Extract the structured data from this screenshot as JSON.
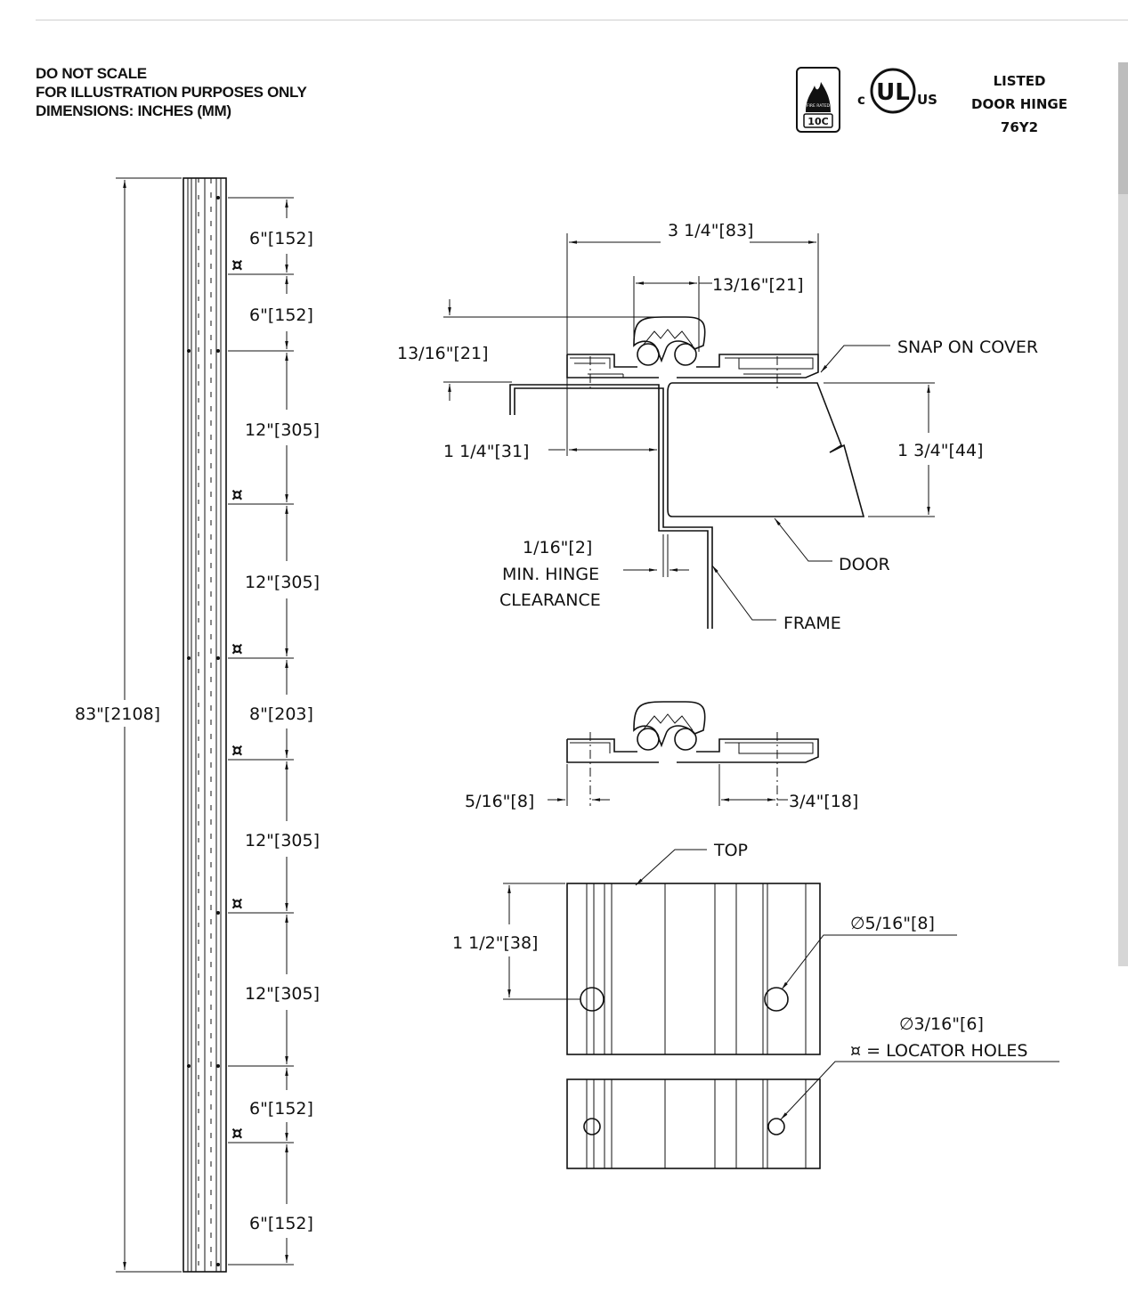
{
  "notes": {
    "line1": "DO NOT SCALE",
    "line2": "FOR ILLUSTRATION PURPOSES ONLY",
    "line3": "DIMENSIONS: INCHES (MM)"
  },
  "certification": {
    "fire_badge_text": "10C",
    "fire_badge_small": "FIRE RATED",
    "ul_left": "c",
    "ul_center": "UL",
    "ul_right": "US",
    "listed_line1": "LISTED",
    "listed_line2": "DOOR HINGE",
    "listed_line3": "76Y2"
  },
  "elevation": {
    "overall_length": "83\"[2108]",
    "segments": [
      "6\"[152]",
      "6\"[152]",
      "12\"[305]",
      "12\"[305]",
      "8\"[203]",
      "12\"[305]",
      "12\"[305]",
      "6\"[152]",
      "6\"[152]"
    ],
    "locator_symbol": "¤"
  },
  "section": {
    "width": "3 1/4\"[83]",
    "knuckle_width": "13/16\"[21]",
    "knuckle_height": "13/16\"[21]",
    "leaf_offset": "1 1/4\"[31]",
    "door_thickness": "1 3/4\"[44]",
    "clearance_value": "1/16\"[2]",
    "clearance_line1": "MIN. HINGE",
    "clearance_line2": "CLEARANCE",
    "snap_cover": "SNAP ON COVER",
    "door": "DOOR",
    "frame": "FRAME"
  },
  "profile": {
    "left_offset": "5/16\"[8]",
    "right_offset": "3/4\"[18]"
  },
  "detail": {
    "top": "TOP",
    "hole_spacing": "1 1/2\"[38]",
    "hole_large": "∅5/16\"[8]",
    "hole_small": "∅3/16\"[6]",
    "locator_legend": "¤ = LOCATOR HOLES"
  }
}
